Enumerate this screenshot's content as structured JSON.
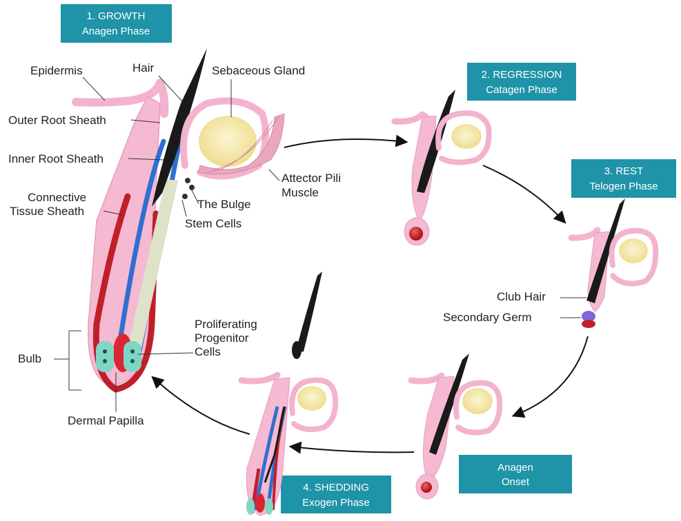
{
  "phases": {
    "growth": {
      "line1": "1. GROWTH",
      "line2": "Anagen Phase"
    },
    "regression": {
      "line1": "2. REGRESSION",
      "line2": "Catagen Phase"
    },
    "rest": {
      "line1": "3. REST",
      "line2": "Telogen Phase"
    },
    "onset": {
      "line1": "Anagen",
      "line2": "Onset"
    },
    "shedding": {
      "line1": "4. SHEDDING",
      "line2": "Exogen Phase"
    }
  },
  "labels": {
    "epidermis": "Epidermis",
    "hair": "Hair",
    "sebaceous_gland": "Sebaceous Gland",
    "outer_root_sheath": "Outer Root Sheath",
    "inner_root_sheath": "Inner Root Sheath",
    "connective_1": "Connective",
    "connective_2": "Tissue Sheath",
    "attector_1": "Attector Pili",
    "attector_2": "Muscle",
    "bulge": "The Bulge",
    "stem_cells": "Stem Cells",
    "proliferating_1": "Proliferating",
    "proliferating_2": "Progenitor",
    "proliferating_3": "Cells",
    "bulb": "Bulb",
    "dermal_papilla": "Dermal Papilla",
    "club_hair": "Club Hair",
    "secondary_germ": "Secondary Germ"
  },
  "colors": {
    "box": "#1f93a8",
    "pink": "#f5b9d2",
    "blue": "#2f6fd0",
    "red": "#c01f2a",
    "hair": "#1a1a1a",
    "gland": "#f7edb8",
    "progenitor": "#7fd6c3"
  }
}
